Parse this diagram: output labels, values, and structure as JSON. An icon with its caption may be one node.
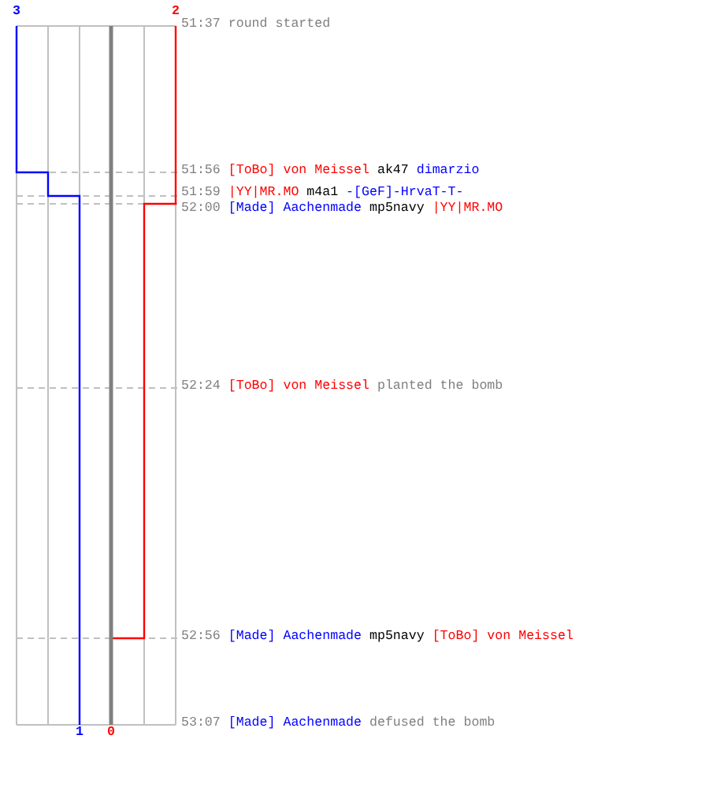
{
  "diagram": {
    "labels": [
      "3",
      "2",
      "51:37",
      "round started",
      "51:56",
      "[ToBo] von Meissel",
      "ak47",
      "dimarzio",
      "51:59",
      "|YY|MR.MO",
      "m4a1",
      "-[GeF]-HrvaT-T-",
      "52:00",
      "[Made] Aachenmade",
      "mp5navy",
      "|YY|MR.MO",
      "52:24",
      "[ToBo] von Meissel",
      "planted the bomb",
      "52:56",
      "[Made] Aachenmade",
      "mp5navy",
      "[ToBo] von Meissel",
      "53:07",
      "[Made] Aachenmade",
      "defused the bomb",
      "1",
      "0"
    ]
  }
}
